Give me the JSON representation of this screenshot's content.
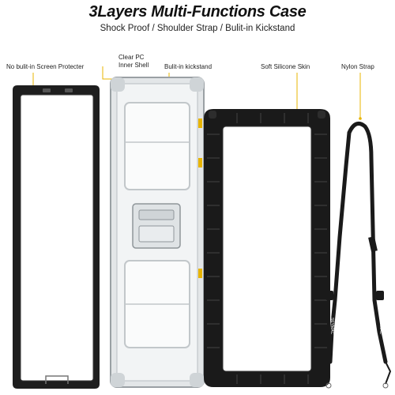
{
  "header": {
    "title": "3Layers Multi-Functions Case",
    "subtitle": "Shock Proof / Shoulder Strap / Bulit-in Kickstand"
  },
  "labels": {
    "screen_protector": "No bulit-in Screen Protecter",
    "clear_pc_line1": "Clear PC",
    "clear_pc_line2": "Inner Shell",
    "kickstand": "Bulit-in kickstand",
    "silicone": "Soft Silicone Skin",
    "strap": "Nylon Strap"
  },
  "strap_text": {
    "brand_left": "SEYMAC",
    "brand_right": "SEYMAC"
  },
  "colors": {
    "accent_callout": "#e8b400",
    "frame_black": "#1a1a1a",
    "clear_shell": "#d9dde0"
  }
}
